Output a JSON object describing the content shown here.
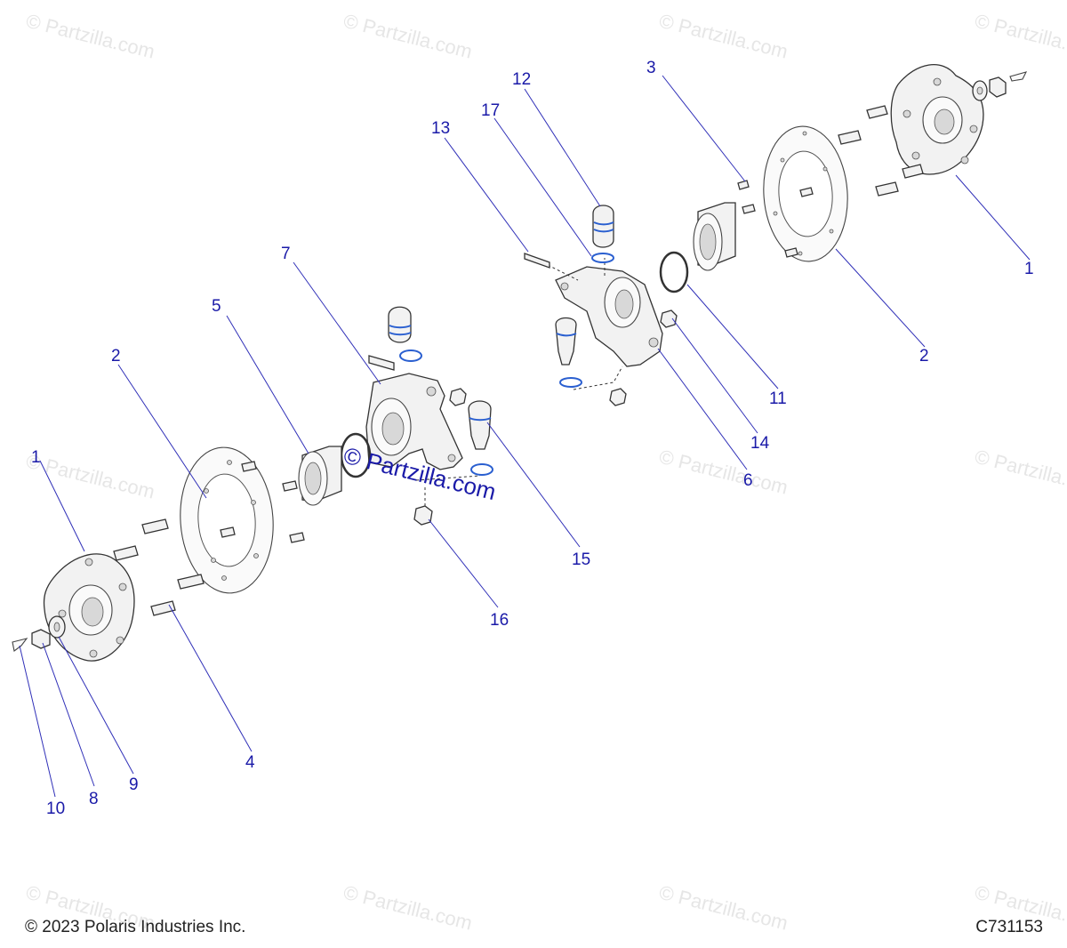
{
  "watermark": "© Partzilla.com",
  "center_watermark": "© Partzilla.com",
  "callouts": [
    "1",
    "2",
    "3",
    "4",
    "5",
    "6",
    "7",
    "8",
    "9",
    "10",
    "11",
    "12",
    "13",
    "14",
    "15",
    "16",
    "17"
  ],
  "footer": {
    "copyright": "© 2023 Polaris Industries Inc.",
    "diagram_code": "C731153"
  },
  "colors": {
    "callout": "#1a1aa8",
    "seal": "#2a5fd0",
    "watermark": "#e6e6e6"
  }
}
